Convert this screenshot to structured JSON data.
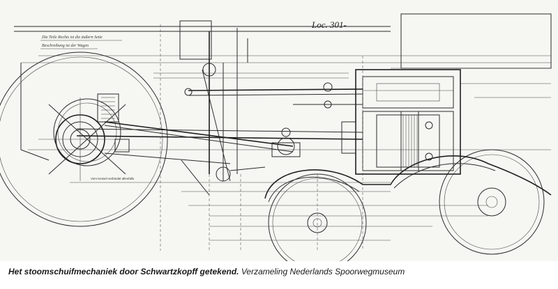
{
  "drawing": {
    "label": "Loc. 301-",
    "note_line1": "Die Teile Rechts ist die äußern Seite",
    "note_line2": "Beschreibung ist der Wagen",
    "wheel_note": "Vom Kessel verbindet allenfalls"
  },
  "caption": {
    "title": "Het stoomschuifmechaniek door Schwartzkopff getekend.",
    "source": "Verzameling Nederlands Spoorwegmuseum"
  }
}
